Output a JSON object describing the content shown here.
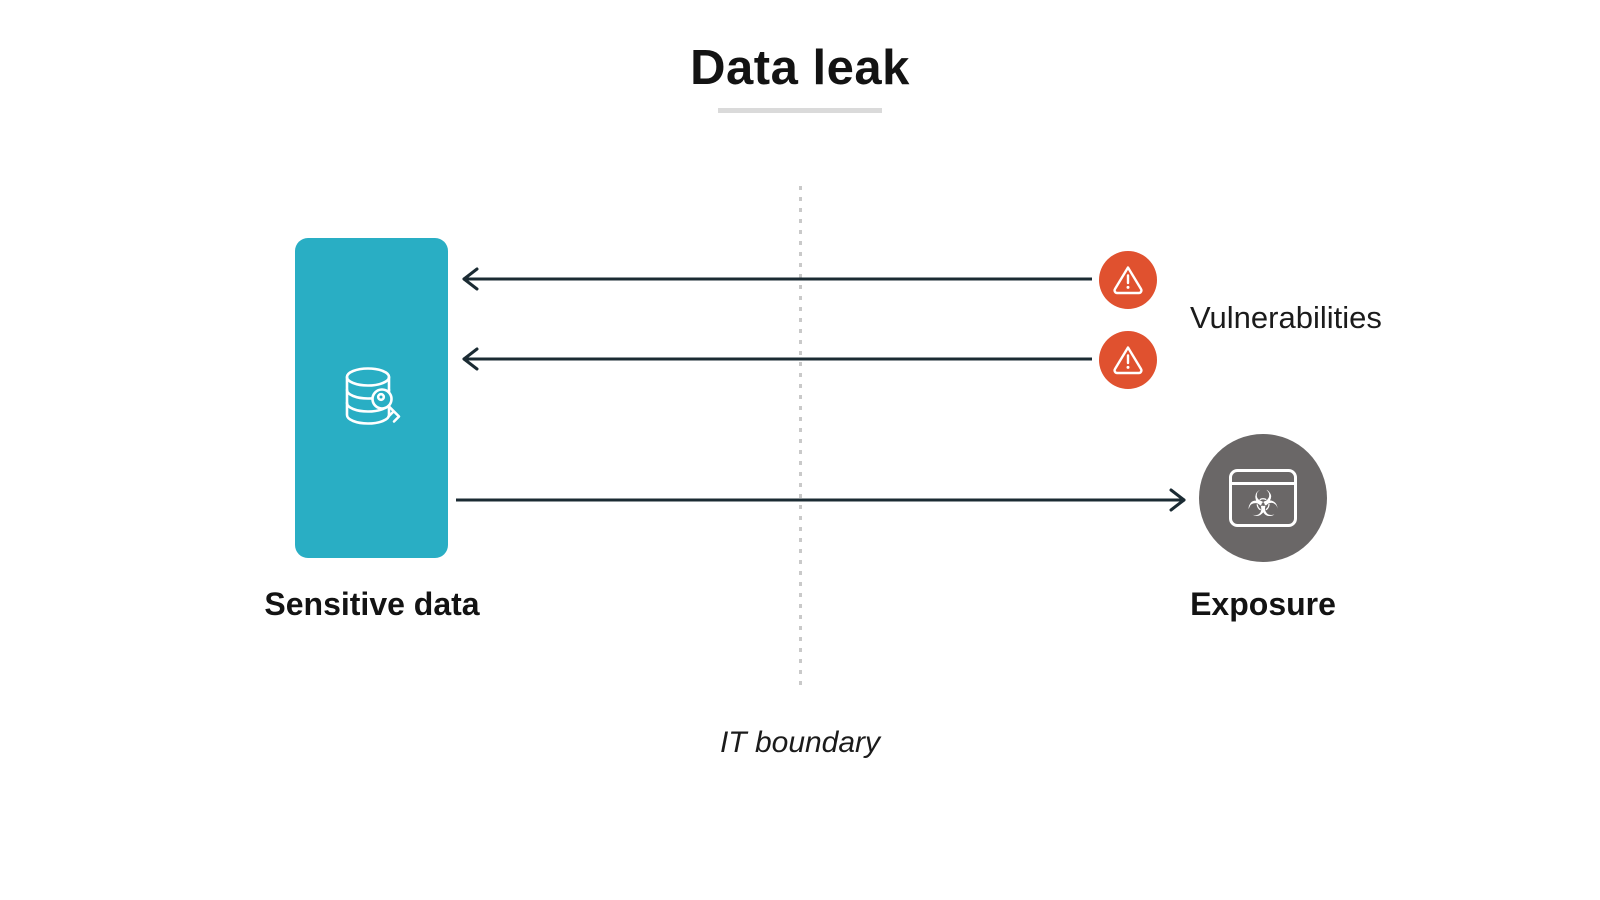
{
  "header": {
    "title": "Data leak"
  },
  "boundary": {
    "label": "IT boundary"
  },
  "nodes": {
    "sensitive_data": {
      "label": "Sensitive data",
      "color": "#29aec4",
      "icon": "database-key-icon"
    },
    "vulnerabilities": {
      "label": "Vulnerabilities",
      "color": "#e0512f",
      "icon": "warning-triangle-icon",
      "count": 2
    },
    "exposure": {
      "label": "Exposure",
      "color": "#6a6767",
      "icon": "biohazard-window-icon",
      "biohazard_glyph": "☣"
    }
  },
  "arrows": {
    "vulnerability_to_data_count": 2,
    "data_to_exposure_count": 1,
    "color": "#1b2b33"
  },
  "colors": {
    "text": "#131313",
    "title_underline": "#dadada",
    "boundary_dots": "#c9c9c9",
    "background": "#ffffff",
    "icon_stroke": "#ffffff"
  }
}
